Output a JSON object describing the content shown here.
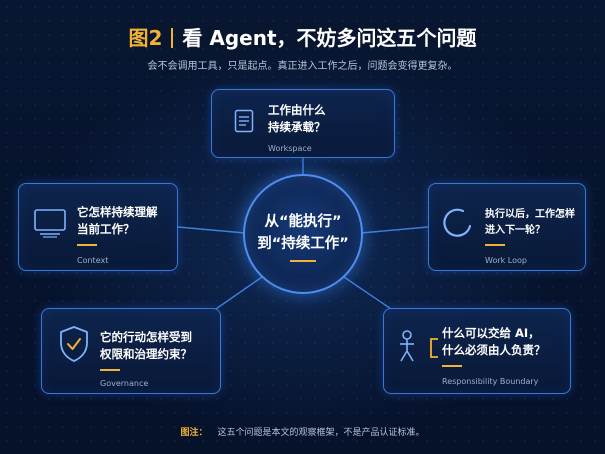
{
  "header": {
    "figure_label": "图2",
    "title": "看 Agent，不妨多问这五个问题",
    "subtitle": "会不会调用工具，只是起点。真正进入工作之后，问题会变得更复杂。"
  },
  "center_node": {
    "line1": "从“能执行”",
    "line2": "到“持续工作”"
  },
  "cards": {
    "workspace": {
      "q1": "工作由什么",
      "q2": "持续承载？",
      "en": "Workspace",
      "icon": "document-icon"
    },
    "context": {
      "q1": "它怎样持续理解",
      "q2": "当前工作？",
      "en": "Context",
      "icon": "monitor-icon"
    },
    "workloop": {
      "q1": "执行以后，工作怎样",
      "q2": "进入下一轮？",
      "en": "Work Loop",
      "icon": "loop-arc-icon"
    },
    "governance": {
      "q1": "它的行动怎样受到",
      "q2": "权限和治理约束？",
      "en": "Governance",
      "icon": "shield-check-icon"
    },
    "responsibility": {
      "q1": "什么可以交给 AI，",
      "q2": "什么必须由人负责？",
      "en": "Responsibility Boundary",
      "icon": "person-bracket-icon"
    }
  },
  "footnote": {
    "label": "图注：",
    "text": "这五个问题是本文的观察框架，不是产品认证标准。"
  },
  "colors": {
    "background": "#07142b",
    "accent": "#f2b233",
    "card_border": "#3a78d8",
    "line": "#3d7fe0"
  }
}
